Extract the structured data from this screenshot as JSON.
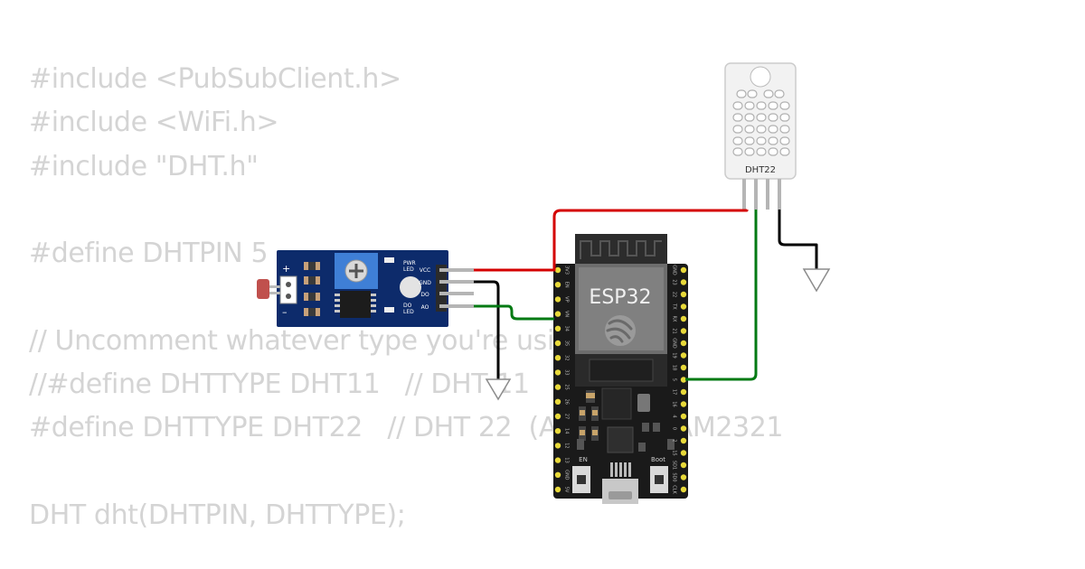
{
  "code_lines": [
    "#include <PubSubClient.h>",
    "#include <WiFi.h>",
    "#include \"DHT.h\"",
    "",
    "#define DHTPIN 5",
    "",
    "// Uncomment whatever type you're using!",
    "//#define DHTTYPE DHT11   // DHT 11",
    "#define DHTTYPE DHT22   // DHT 22  (AM2302), AM2321",
    "",
    "DHT dht(DHTPIN, DHTTYPE);"
  ],
  "ldr_module": {
    "pins": [
      "VCC",
      "GND",
      "DO",
      "AO"
    ],
    "led_labels": {
      "power": [
        "PWR",
        "LED"
      ],
      "digital": [
        "DO",
        "LED"
      ]
    },
    "polarity": {
      "plus": "+",
      "minus": "–"
    }
  },
  "esp32": {
    "chip_label": "ESP32",
    "button_labels": {
      "en": "EN",
      "boot": "Boot"
    },
    "left_pins": [
      "3V3",
      "EN",
      "VP",
      "VN",
      "34",
      "35",
      "32",
      "33",
      "25",
      "26",
      "27",
      "14",
      "12",
      "13",
      "GND",
      "5V"
    ],
    "right_pins": [
      "GND",
      "23",
      "22",
      "TX",
      "RX",
      "21",
      "GND",
      "19",
      "18",
      "5",
      "17",
      "16",
      "4",
      "0",
      "2",
      "15",
      "SD1",
      "SD0",
      "CLK"
    ]
  },
  "dht22": {
    "label": "DHT22"
  },
  "colors": {
    "wire_power": "#d40000",
    "wire_ground": "#000000",
    "wire_signal": "#007a13",
    "board": "#1a1a1a",
    "module": "#0d2b6b"
  }
}
